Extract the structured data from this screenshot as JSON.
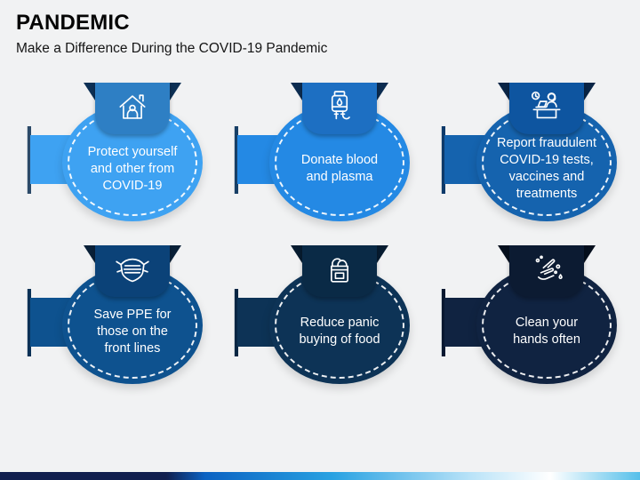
{
  "header": {
    "title": "PANDEMIC",
    "subtitle": "Make a Difference During the COVID-19 Pandemic"
  },
  "items": [
    {
      "label_lines": [
        "Protect yourself",
        "and other from",
        "COVID-19"
      ],
      "icon": "stay-home-icon",
      "colors": {
        "circle": "#3EA2F2",
        "banner": "#2E7FC4",
        "fold": "#0D3055",
        "pole": "#2C4A68"
      }
    },
    {
      "label_lines": [
        "Donate blood",
        "and plasma"
      ],
      "icon": "blood-bag-icon",
      "colors": {
        "circle": "#2489E4",
        "banner": "#1D6FC2",
        "fold": "#0C2C50",
        "pole": "#173F66"
      }
    },
    {
      "label_lines": [
        "Report fraudulent",
        "COVID-19 tests,",
        "vaccines and",
        "treatments"
      ],
      "icon": "report-fraud-desk-icon",
      "colors": {
        "circle": "#1563AE",
        "banner": "#0E55A0",
        "fold": "#0A2546",
        "pole": "#0D3A6A"
      }
    },
    {
      "label_lines": [
        "Save PPE for",
        "those on the",
        "front lines"
      ],
      "icon": "face-mask-icon",
      "colors": {
        "circle": "#0E528F",
        "banner": "#0B4278",
        "fold": "#092038",
        "pole": "#0A3156"
      }
    },
    {
      "label_lines": [
        "Reduce panic",
        "buying of food"
      ],
      "icon": "grocery-bag-icon",
      "colors": {
        "circle": "#0D3356",
        "banner": "#0A2A46",
        "fold": "#071C30",
        "pole": "#082643"
      }
    },
    {
      "label_lines": [
        "Clean your",
        "hands often"
      ],
      "icon": "hand-washing-icon",
      "colors": {
        "circle": "#102341",
        "banner": "#0C1B32",
        "fold": "#050F1D",
        "pole": "#081830"
      }
    }
  ],
  "footer": {
    "gradient": {
      "navy": "#111F4E",
      "blue": "#0B62C2",
      "sky": "#29A2E2",
      "pale": "#BCE4F8",
      "white": "#FFFFFF",
      "right_sky": "#55BFEA"
    }
  },
  "text_color": "#FFFFFF",
  "background": "#F1F2F3"
}
